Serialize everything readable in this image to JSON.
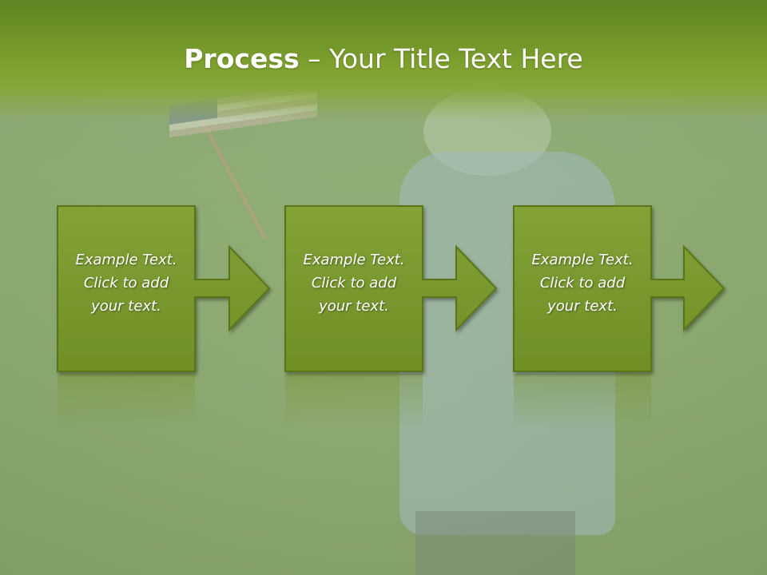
{
  "slide": {
    "title_bold": "Process",
    "title_dash": " – ",
    "title_rest": "Your Title Text Here"
  },
  "steps": [
    {
      "line1": "Example Text.",
      "line2": "Click  to add",
      "line3": "your text."
    },
    {
      "line1": "Example Text.",
      "line2": "Click  to add",
      "line3": "your text."
    },
    {
      "line1": "Example Text.",
      "line2": "Click  to add",
      "line3": "your text."
    }
  ],
  "colors": {
    "box_fill": "#7a9a2e",
    "box_border": "#5a7419",
    "title_bar": "#6f9328"
  }
}
